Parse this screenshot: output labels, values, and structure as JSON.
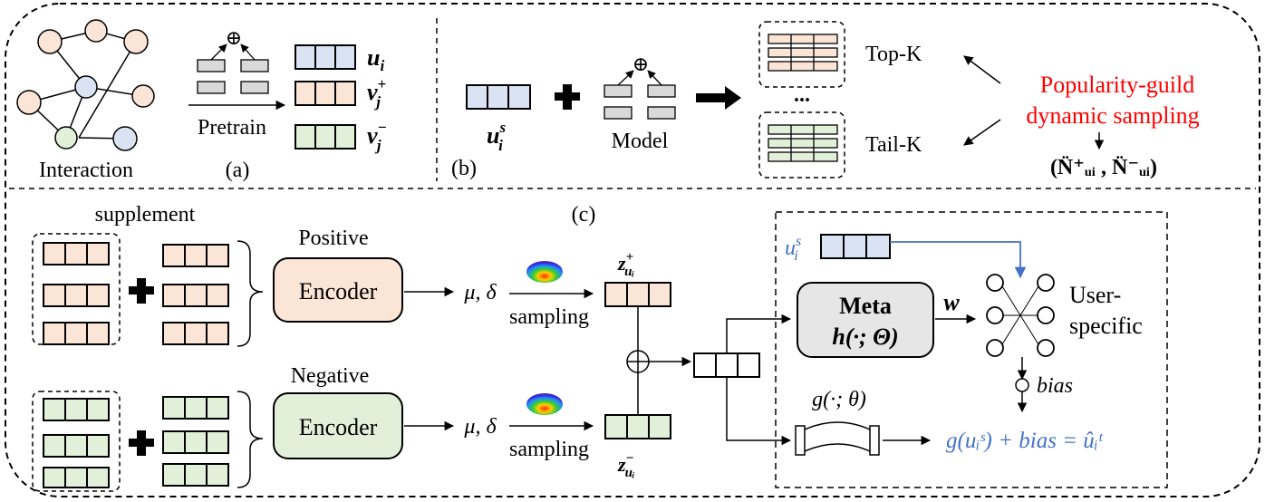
{
  "colors": {
    "user_embedding": "#dae3f3",
    "positive_embedding": "#fbe5d6",
    "negative_embedding": "#e2f0d9",
    "meta_box": "#e7e6e6",
    "red_text": "#ff0000",
    "blue_text": "#4472c4",
    "blue_arrow": "#4472c4",
    "stroke": "#000000"
  },
  "panel_a": {
    "interaction_label": "Interaction",
    "pretrain_label": "Pretrain",
    "oplus": "⊕",
    "caption": "(a)",
    "u_i": "u",
    "u_i_sub": "i",
    "v_pos": "v",
    "v_pos_sub": "j",
    "v_pos_sup": "+",
    "v_neg": "v",
    "v_neg_sub": "j",
    "v_neg_sup": "−"
  },
  "panel_b": {
    "u_label": "u",
    "u_sub": "i",
    "u_sup": "s",
    "model_label": "Model",
    "topk_label": "Top-K",
    "ellipsis": "...",
    "tailk_label": "Tail-K",
    "popularity_line1": "Popularity-guild",
    "popularity_line2": "dynamic sampling",
    "n_result": "(N̈⁺ᵤᵢ , N̈⁻ᵤᵢ)",
    "caption": "(b)"
  },
  "panel_c": {
    "caption": "(c)",
    "supplement_label": "supplement",
    "positive_label": "Positive",
    "negative_label": "Negative",
    "encoder_label": "Encoder",
    "mu_delta": "μ, δ",
    "sampling_label": "sampling",
    "z_pos": "z",
    "z_pos_sup": "+",
    "z_neg": "z",
    "z_neg_sup": "−",
    "z_sub": "uᵢ",
    "oplus": "⊕",
    "meta_line1": "Meta",
    "meta_line2": "h(·; Θ)",
    "w_label": "w",
    "user_specific_line1": "User-",
    "user_specific_line2": "specific",
    "bias_label": "bias",
    "g_label": "g(·; θ)",
    "u_label": "u",
    "u_sub": "i",
    "u_sup": "s",
    "formula": "g(uᵢˢ) + bias = ûᵢᵗ"
  }
}
